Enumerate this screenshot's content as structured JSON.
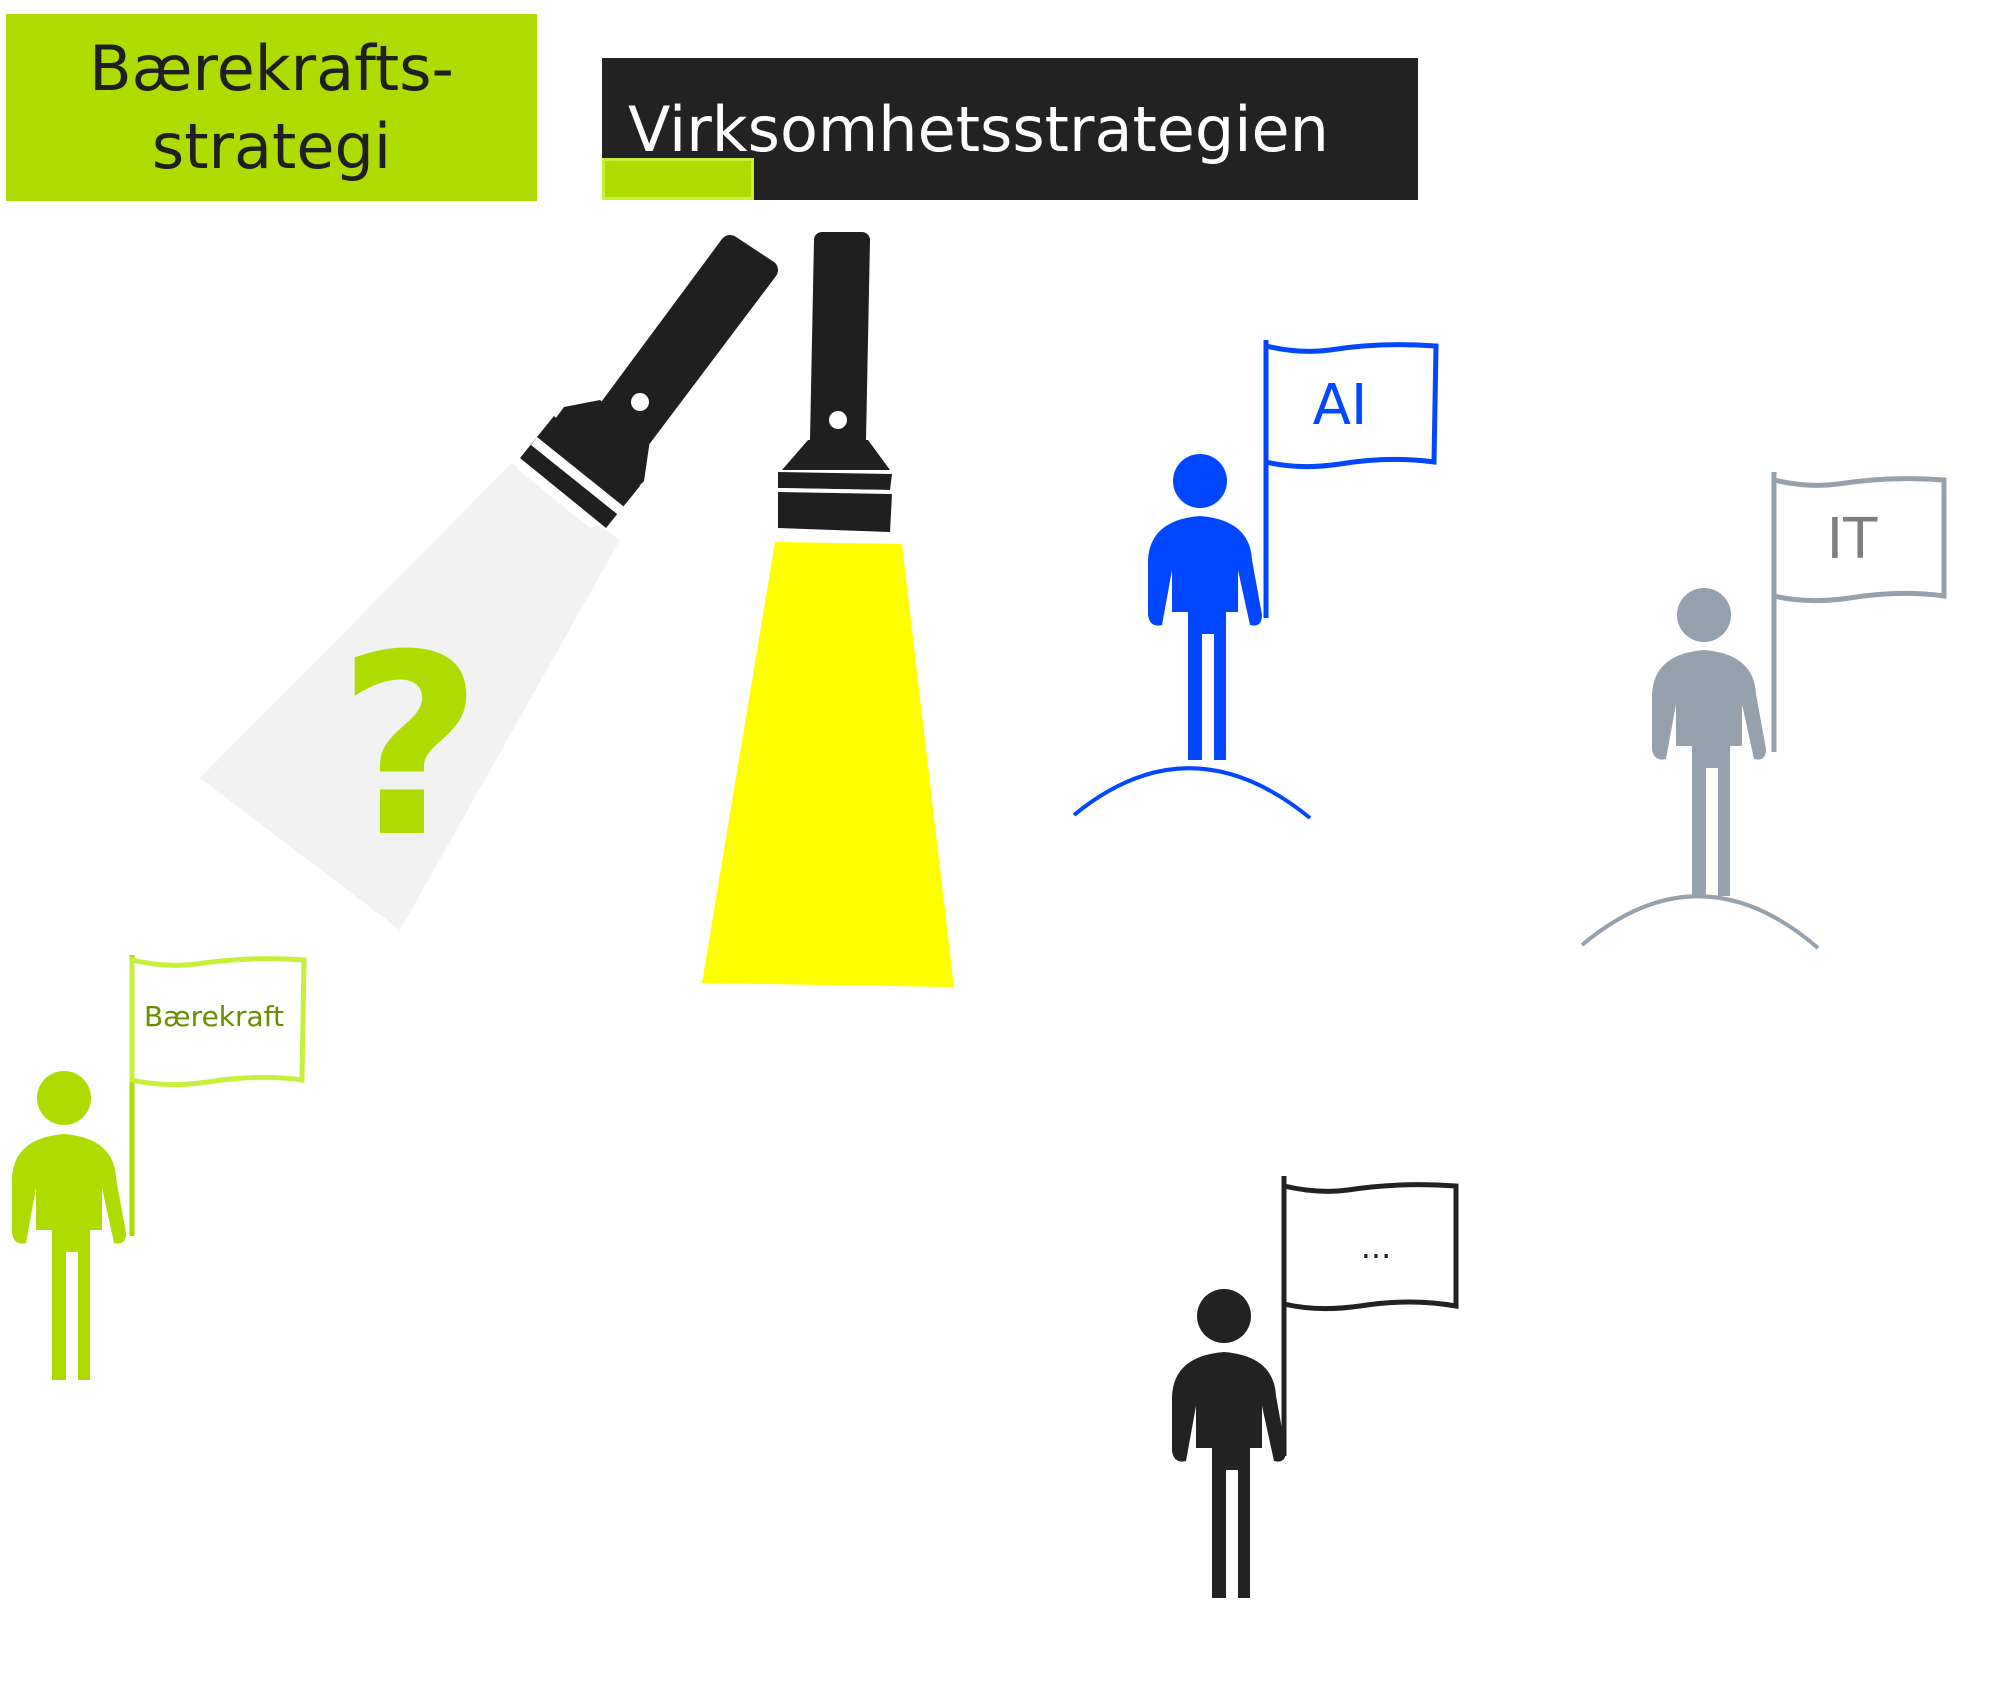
{
  "header": {
    "sustainability_strategy_line1": "Bærekrafts-",
    "sustainability_strategy_line2": "strategi",
    "business_strategy": "Virksomhetsstrategien"
  },
  "spotlights": {
    "unknown_mark": "?"
  },
  "figures": {
    "sustainability": {
      "flag_label": "Bærekraft",
      "color": "#aedc00",
      "flag_text_color": "#6b8e00"
    },
    "ai": {
      "flag_label": "AI",
      "color": "#0047ff"
    },
    "it": {
      "flag_label": "IT",
      "color": "#95a1ad",
      "flag_text_color": "#7f7f7f"
    },
    "other": {
      "flag_label": "...",
      "color": "#222222"
    }
  },
  "colors": {
    "beam_lit": "#ffff00",
    "beam_dim": "#f2f2f2",
    "question_mark": "#aedc00"
  }
}
